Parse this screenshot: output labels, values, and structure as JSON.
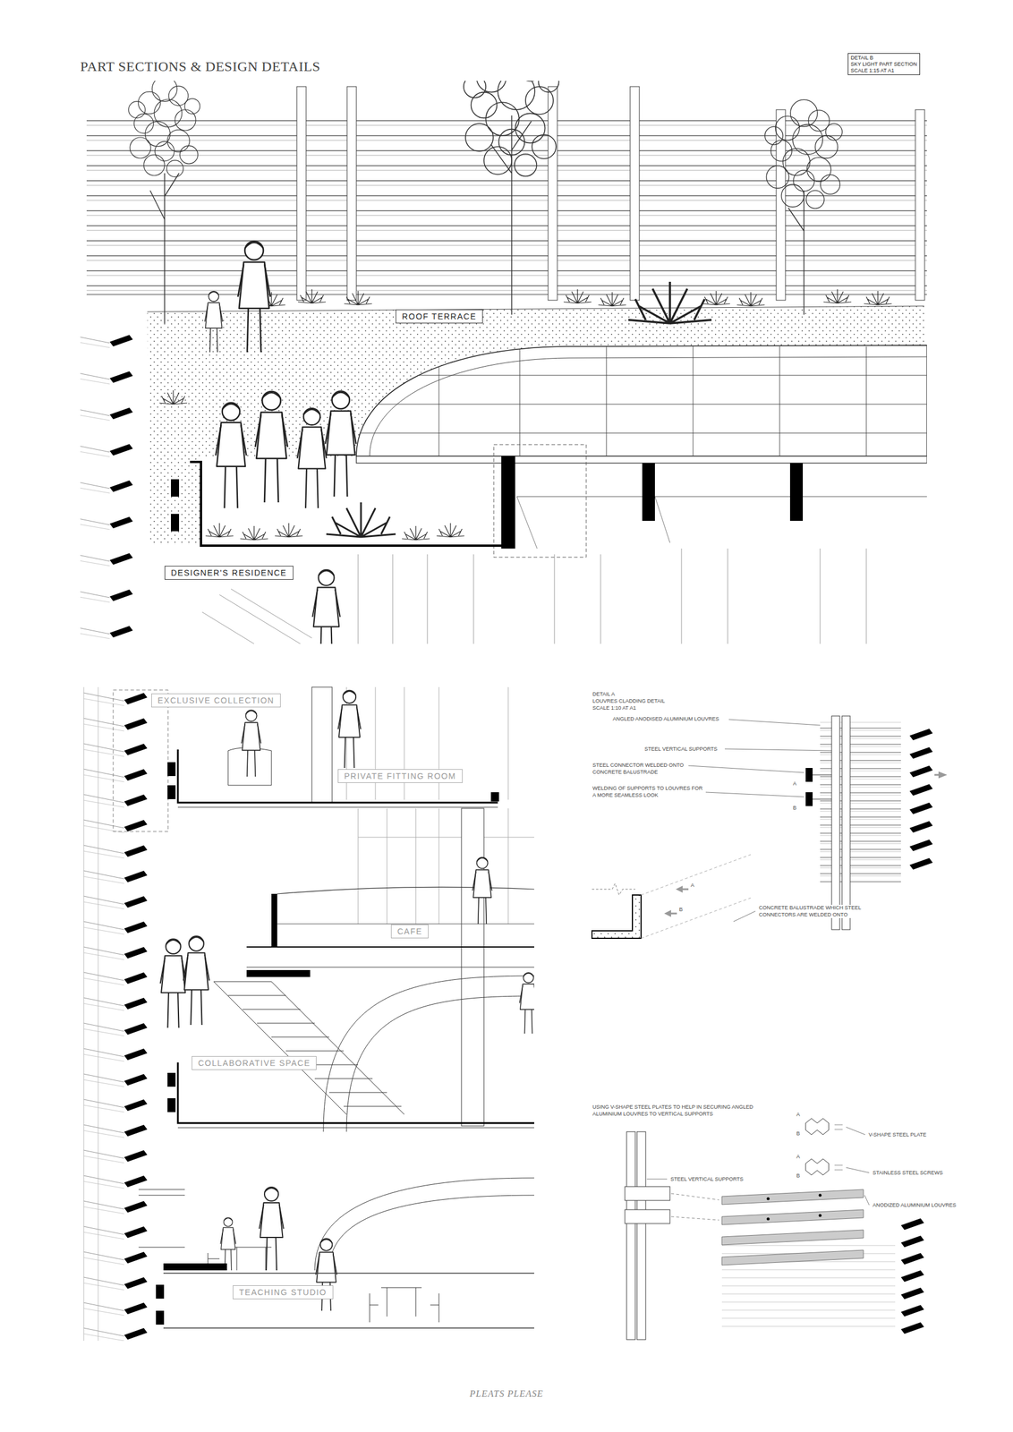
{
  "diagram": {
    "title": "PART SECTIONS & DESIGN DETAILS",
    "caption": "PLEATS PLEASE",
    "nodes": [
      {
        "text": [
          "DETAIL B",
          "SKY LIGHT PART SECTION",
          "SCALE 1:15 AT A1"
        ]
      },
      {
        "text": [
          "ROOF TERRACE"
        ]
      },
      {
        "text": [
          "DESIGNER'S RESIDENCE"
        ]
      },
      {
        "text": [
          "EXCLUSIVE COLLECTION"
        ]
      },
      {
        "text": [
          "PRIVATE FITTING ROOM"
        ]
      },
      {
        "text": [
          "CAFE"
        ]
      },
      {
        "text": [
          "COLLABORATIVE SPACE"
        ]
      },
      {
        "text": [
          "TEACHING STUDIO"
        ]
      }
    ],
    "labels": [
      "DETAIL A",
      "LOUVRES CLADDING DETAIL",
      "SCALE 1:10 AT A1",
      "ANGLED ANODISED ALUMINIUM LOUVRES",
      "STEEL VERTICAL SUPPORTS",
      "STEEL CONNECTOR WELDED ONTO CONCRETE BALUSTRADE",
      "A",
      "WELDING OF SUPPORTS TO LOUVRES FOR A MORE SEAMLESS LOOK",
      "B",
      "A",
      "B",
      "CONCRETE BALUSTRADE WHICH STEEL CONNECTORS ARE WELDED ONTO",
      "USING V-SHAPE STEEL PLATES TO HELP IN SECURING ANGLED ALUMINIUM LOUVRES TO VERTICAL SUPPORTS",
      "A",
      "B",
      "V-SHAPE STEEL PLATE",
      "A",
      "B",
      "STAINLESS STEEL SCREWS",
      "STEEL VERTICAL SUPPORTS",
      "ANODIZED ALUMINIUM LOUVRES"
    ]
  }
}
